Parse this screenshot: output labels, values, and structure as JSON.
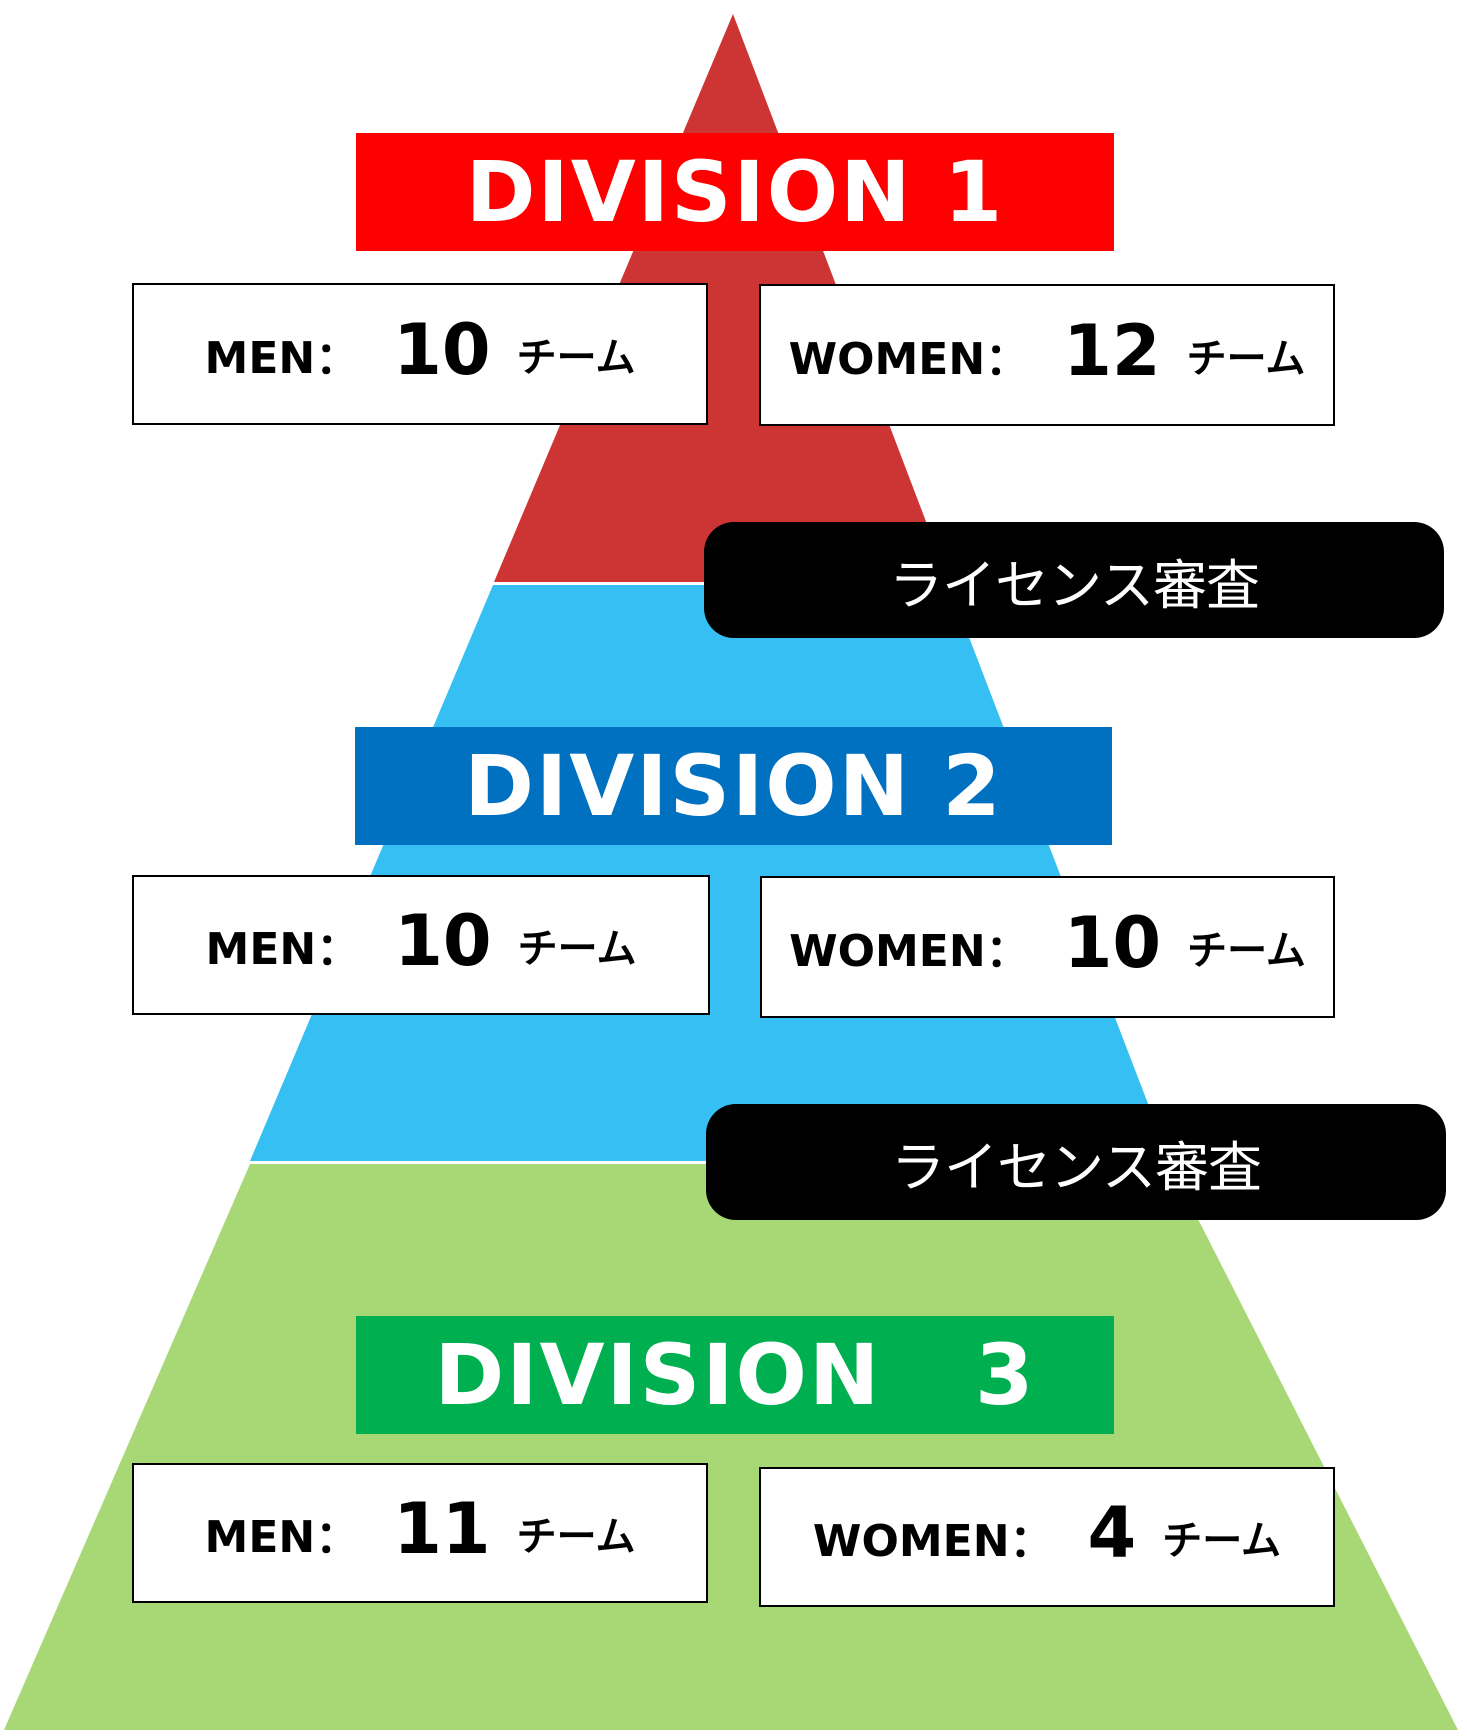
{
  "colors": {
    "tier1": "#cd3434",
    "tier2": "#35bff2",
    "tier3": "#a8d875",
    "banner1": "#ff0000",
    "banner2": "#0070c0",
    "banner3": "#00b050"
  },
  "divisions": [
    {
      "title": "DIVISION 1",
      "men_label": "MEN：",
      "men_count": "10",
      "women_label": "WOMEN：",
      "women_count": "12",
      "unit": "チーム"
    },
    {
      "title": "DIVISION 2",
      "men_label": "MEN：",
      "men_count": "10",
      "women_label": "WOMEN：",
      "women_count": "10",
      "unit": "チーム"
    },
    {
      "title": "DIVISION   3",
      "men_label": "MEN：",
      "men_count": "11",
      "women_label": "WOMEN：",
      "women_count": "4",
      "unit": "チーム"
    }
  ],
  "license_labels": [
    "ライセンス審査",
    "ライセンス審査"
  ]
}
